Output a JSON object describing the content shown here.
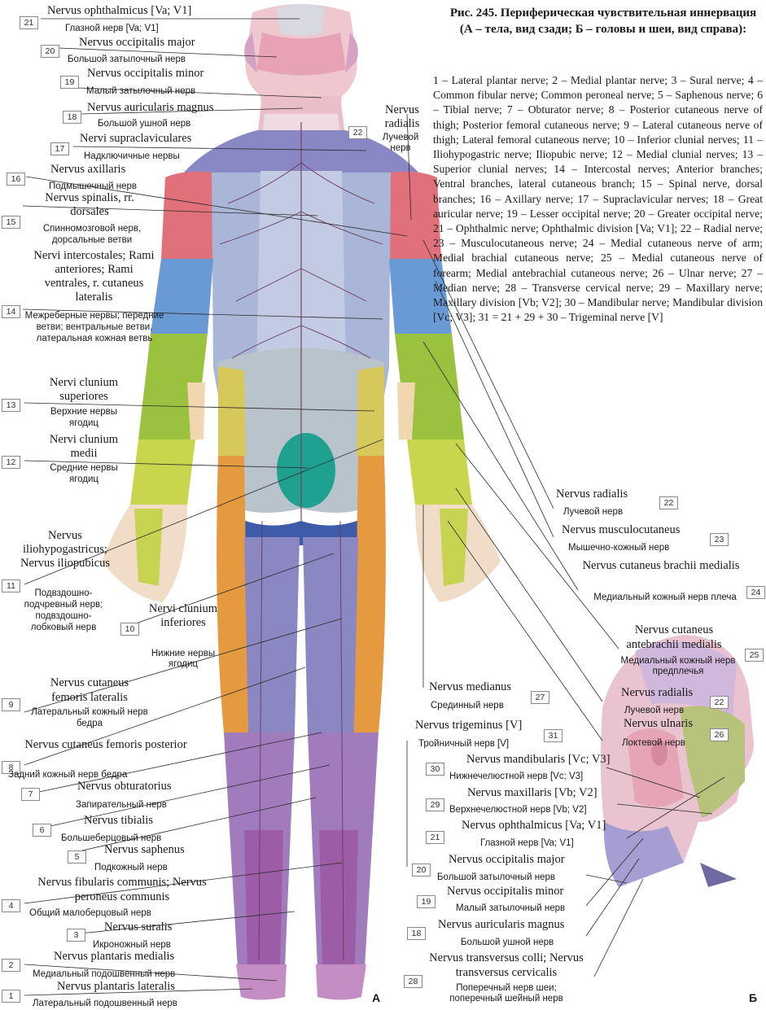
{
  "caption": {
    "title": "Рис. 245. Периферическая чувствительная иннервация (А – тела, вид сзади; Б – головы и шеи, вид справа):",
    "legend": "1 – Lateral plantar nerve; 2 – Medial plantar nerve; 3 – Sural nerve; 4 – Common fibular nerve; Common peroneal nerve; 5 – Saphenous nerve; 6 – Tibial nerve; 7 – Obturator nerve; 8 – Posterior cutaneous nerve of thigh; Posterior femoral cutaneous nerve; 9 – Lateral cutaneous nerve of thigh; Lateral femoral cutaneous nerve; 10 – Inferior clunial nerves; 11 – Iliohypogastric nerve; Iliopubic nerve; 12 – Medial clunial nerves; 13 – Superior clunial nerves; 14 – Intercostal nerves; Anterior branches; Ventral branches, lateral cutaneous branch; 15 – Spinal nerve, dorsal branches; 16 – Axillary nerve; 17 – Supraclavicular nerves; 18 – Great auricular nerve; 19 – Lesser occipital nerve; 20 – Greater occipital nerve; 21 – Ophthalmic nerve; Ophthalmic division [Va; V1]; 22 – Radial nerve; 23 – Musculocutaneous nerve; 24 – Medial cutaneous nerve of arm; Medial brachial cutaneous nerve; 25 – Medial cutaneous nerve of forearm; Medial antebrachial cutaneous nerve; 26 – Ulnar nerve; 27 – Median nerve; 28 – Transverse cervical nerve; 29 – Maxillary nerve; Maxillary division [Vb; V2]; 30 – Mandibular nerve; Mandibular division [Vc; V3]; 31 = 21 + 29 + 30 – Trigeminal nerve [V]"
  },
  "panel_letters": {
    "a": "А",
    "b": "Б"
  },
  "labels_a_left": [
    {
      "num": "21",
      "lat": "Nervus ophthalmicus [Va; V1]",
      "rus": "Глазной нерв [Va; V1]"
    },
    {
      "num": "20",
      "lat": "Nervus occipitalis major",
      "rus": "Большой затылочный нерв"
    },
    {
      "num": "19",
      "lat": "Nervus occipitalis minor",
      "rus": "Малый затылочный нерв"
    },
    {
      "num": "18",
      "lat": "Nervus auricularis magnus",
      "rus": "Большой ушной нерв"
    },
    {
      "num": "17",
      "lat": "Nervi supraclaviculares",
      "rus": "Надключичные нервы"
    },
    {
      "num": "16",
      "lat": "Nervus axillaris",
      "rus": "Подмышечный нерв"
    },
    {
      "num": "15",
      "lat": "Nervus spinalis, rr. dorsales",
      "rus": "Спинномозговой нерв, дорсальные ветви"
    },
    {
      "num": "14",
      "lat": "Nervi intercostales; Rami anteriores; Rami ventrales, r. cutaneus lateralis",
      "rus": "Межреберные нервы; передние ветви; вентральные ветви, латеральная кожная ветвь"
    },
    {
      "num": "13",
      "lat": "Nervi clunium superiores",
      "rus": "Верхние нервы ягодиц"
    },
    {
      "num": "12",
      "lat": "Nervi clunium medii",
      "rus": "Средние нервы ягодиц"
    },
    {
      "num": "11",
      "lat": "Nervus iliohypogastricus; Nervus iliopubicus",
      "rus": "Подвздошно-подчревный нерв; подвздошно-лобковый нерв"
    },
    {
      "num": "10",
      "lat": "Nervi clunium inferiores",
      "rus": "Нижние нервы ягодиц"
    },
    {
      "num": "9",
      "lat": "Nervus cutaneus femoris lateralis",
      "rus": "Латеральный кожный нерв бедра"
    },
    {
      "num": "8",
      "lat": "Nervus cutaneus femoris posterior",
      "rus": "Задний кожный нерв бедра"
    },
    {
      "num": "7",
      "lat": "Nervus obturatorius",
      "rus": "Запирательный нерв"
    },
    {
      "num": "6",
      "lat": "Nervus tibialis",
      "rus": "Большеберцовый нерв"
    },
    {
      "num": "5",
      "lat": "Nervus saphenus",
      "rus": "Подкожный нерв"
    },
    {
      "num": "4",
      "lat": "Nervus fibularis communis; Nervus peroneus communis",
      "rus": "Общий малоберцовый нерв"
    },
    {
      "num": "3",
      "lat": "Nervus suralis",
      "rus": "Икроножный нерв"
    },
    {
      "num": "2",
      "lat": "Nervus plantaris medialis",
      "rus": "Медиальный подошвенный нерв"
    },
    {
      "num": "1",
      "lat": "Nervus plantaris lateralis",
      "rus": "Латеральный подошвенный нерв"
    }
  ],
  "labels_a_right": [
    {
      "num": "22",
      "lat": "Nervus radialis",
      "rus": "Лучевой нерв"
    },
    {
      "num": "22",
      "lat": "Nervus radialis",
      "rus": "Лучевой нерв"
    },
    {
      "num": "23",
      "lat": "Nervus musculocutaneus",
      "rus": "Мышечно-кожный нерв"
    },
    {
      "num": "24",
      "lat": "Nervus cutaneus brachii medialis",
      "rus": "Медиальный кожный нерв плеча"
    },
    {
      "num": "25",
      "lat": "Nervus cutaneus antebrachii medialis",
      "rus": "Медиальный кожный нерв предплечья"
    },
    {
      "num": "27",
      "lat": "Nervus medianus",
      "rus": "Срединный нерв"
    },
    {
      "num": "22",
      "lat": "Nervus radialis",
      "rus": "Лучевой нерв"
    },
    {
      "num": "26",
      "lat": "Nervus ulnaris",
      "rus": "Локтевой нерв"
    }
  ],
  "labels_b": [
    {
      "num": "31",
      "lat": "Nervus trigeminus [V]",
      "rus": "Тройничный нерв [V]"
    },
    {
      "num": "30",
      "lat": "Nervus mandibularis [Vc; V3]",
      "rus": "Нижнечелюстной нерв [Vc; V3]"
    },
    {
      "num": "29",
      "lat": "Nervus maxillaris [Vb; V2]",
      "rus": "Верхнечелюстной нерв [Vb; V2]"
    },
    {
      "num": "21",
      "lat": "Nervus ophthalmicus [Va; V1]",
      "rus": "Глазной нерв [Va; V1]"
    },
    {
      "num": "20",
      "lat": "Nervus occipitalis major",
      "rus": "Большой затылочный нерв"
    },
    {
      "num": "19",
      "lat": "Nervus occipitalis minor",
      "rus": "Малый затылочный нерв"
    },
    {
      "num": "18",
      "lat": "Nervus auricularis magnus",
      "rus": "Большой ушной нерв"
    },
    {
      "num": "28",
      "lat": "Nervus transversus colli; Nervus transversus cervicalis",
      "rus": "Поперечный нерв шеи; поперечный шейный нерв"
    }
  ]
}
